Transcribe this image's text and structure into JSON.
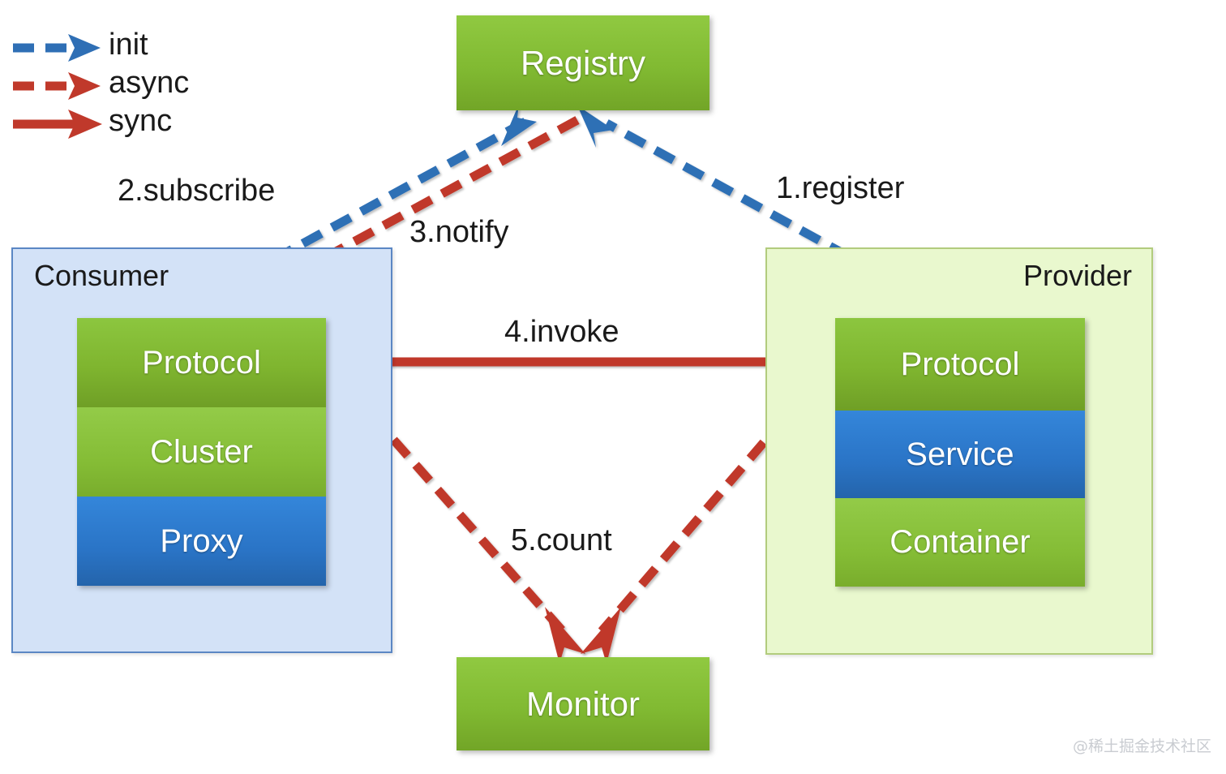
{
  "legend": {
    "items": [
      {
        "label": "init",
        "style": "dashed",
        "color": "#2f6fb5",
        "icon": "dashed-blue-arrow-icon"
      },
      {
        "label": "async",
        "style": "dashed",
        "color": "#c0392b",
        "icon": "dashed-red-arrow-icon"
      },
      {
        "label": "sync",
        "style": "solid",
        "color": "#c0392b",
        "icon": "solid-red-arrow-icon"
      }
    ]
  },
  "nodes": {
    "registry": {
      "label": "Registry"
    },
    "monitor": {
      "label": "Monitor"
    },
    "consumer": {
      "title": "Consumer",
      "panel_color": "#d3e2f7",
      "panel_border": "#5b87c4",
      "layers": [
        {
          "label": "Protocol",
          "color": "#7fb52f"
        },
        {
          "label": "Cluster",
          "color": "#85bd36"
        },
        {
          "label": "Proxy",
          "color": "#2a74c6"
        }
      ]
    },
    "provider": {
      "title": "Provider",
      "panel_color": "#e9f8ce",
      "panel_border": "#b2cc7d",
      "layers": [
        {
          "label": "Protocol",
          "color": "#7fb52f"
        },
        {
          "label": "Service",
          "color": "#2a74c6"
        },
        {
          "label": "Container",
          "color": "#7fb52f"
        }
      ]
    }
  },
  "flows": [
    {
      "id": "1",
      "label": "1.register",
      "kind": "init",
      "from": "provider",
      "to": "registry"
    },
    {
      "id": "2",
      "label": "2.subscribe",
      "kind": "init",
      "from": "registry",
      "to": "consumer"
    },
    {
      "id": "3",
      "label": "3.notify",
      "kind": "async",
      "from": "registry",
      "to": "consumer"
    },
    {
      "id": "4",
      "label": "4.invoke",
      "kind": "sync",
      "from": "consumer",
      "to": "provider"
    },
    {
      "id": "5",
      "label": "5.count",
      "kind": "async",
      "from": "consumer",
      "to": "monitor"
    }
  ],
  "colors": {
    "init_blue": "#2f6fb5",
    "async_red": "#c0392b",
    "sync_red": "#c0392b",
    "green": "#7fb52f",
    "blue": "#2a74c6"
  },
  "watermark": {
    "text": "@稀土掘金技术社区"
  }
}
